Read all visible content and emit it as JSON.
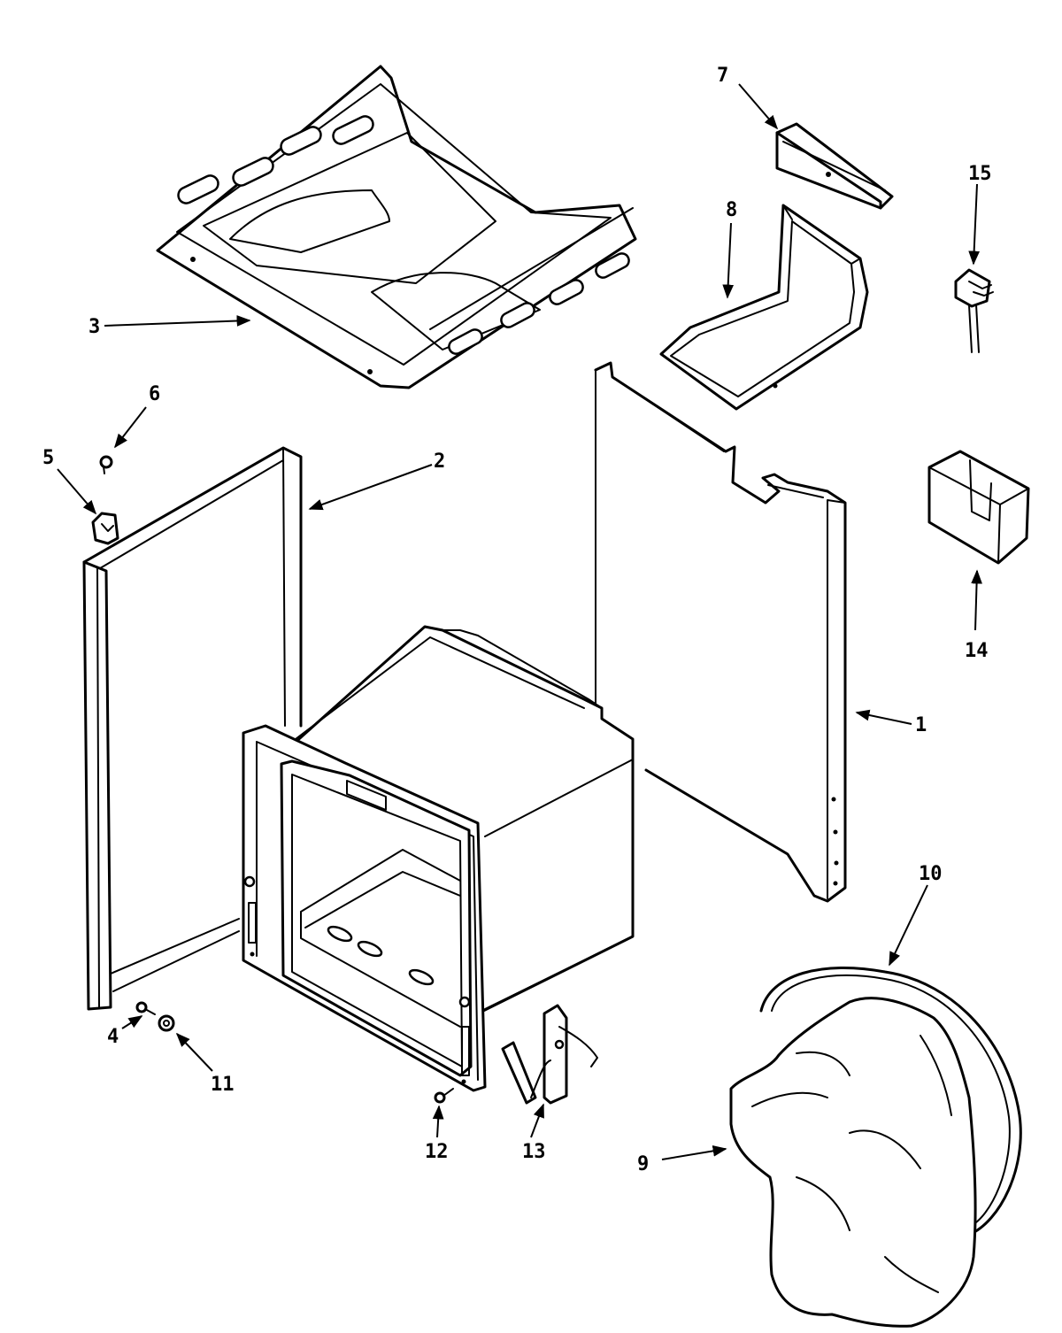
{
  "diagram": {
    "colors": {
      "line": "#000000",
      "background": "#ffffff"
    },
    "callouts": [
      {
        "id": "1",
        "label": "1"
      },
      {
        "id": "2",
        "label": "2"
      },
      {
        "id": "3",
        "label": "3"
      },
      {
        "id": "4",
        "label": "4"
      },
      {
        "id": "5",
        "label": "5"
      },
      {
        "id": "6",
        "label": "6"
      },
      {
        "id": "7",
        "label": "7"
      },
      {
        "id": "8",
        "label": "8"
      },
      {
        "id": "9",
        "label": "9"
      },
      {
        "id": "10",
        "label": "10"
      },
      {
        "id": "11",
        "label": "11"
      },
      {
        "id": "12",
        "label": "12"
      },
      {
        "id": "13",
        "label": "13"
      },
      {
        "id": "14",
        "label": "14"
      },
      {
        "id": "15",
        "label": "15"
      }
    ]
  }
}
